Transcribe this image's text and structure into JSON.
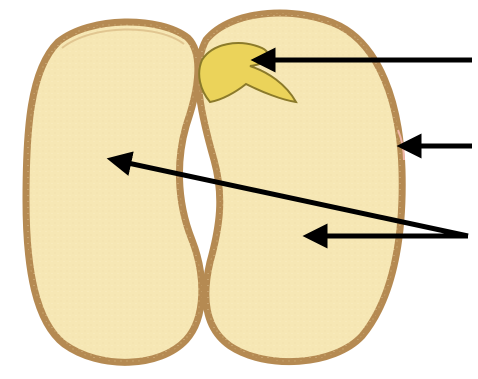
{
  "diagram": {
    "subject": "seed-cross-section",
    "labels": [],
    "parts": [
      {
        "name": "plumule",
        "arrow": "plumule-arrow"
      },
      {
        "name": "seed-coat",
        "arrow": "seed-coat-arrow"
      },
      {
        "name": "cotyledons",
        "arrow": "cotyledons-arrows"
      }
    ]
  },
  "colors": {
    "background": "#ffffff",
    "cotyledon_fill": "#f6e7b4",
    "seed_coat": "#b58a52",
    "seed_coat_highlight": "#f0b7a8",
    "plumule_fill": "#ebd35a",
    "plumule_stroke": "#8b7a2a",
    "arrow": "#000000"
  }
}
